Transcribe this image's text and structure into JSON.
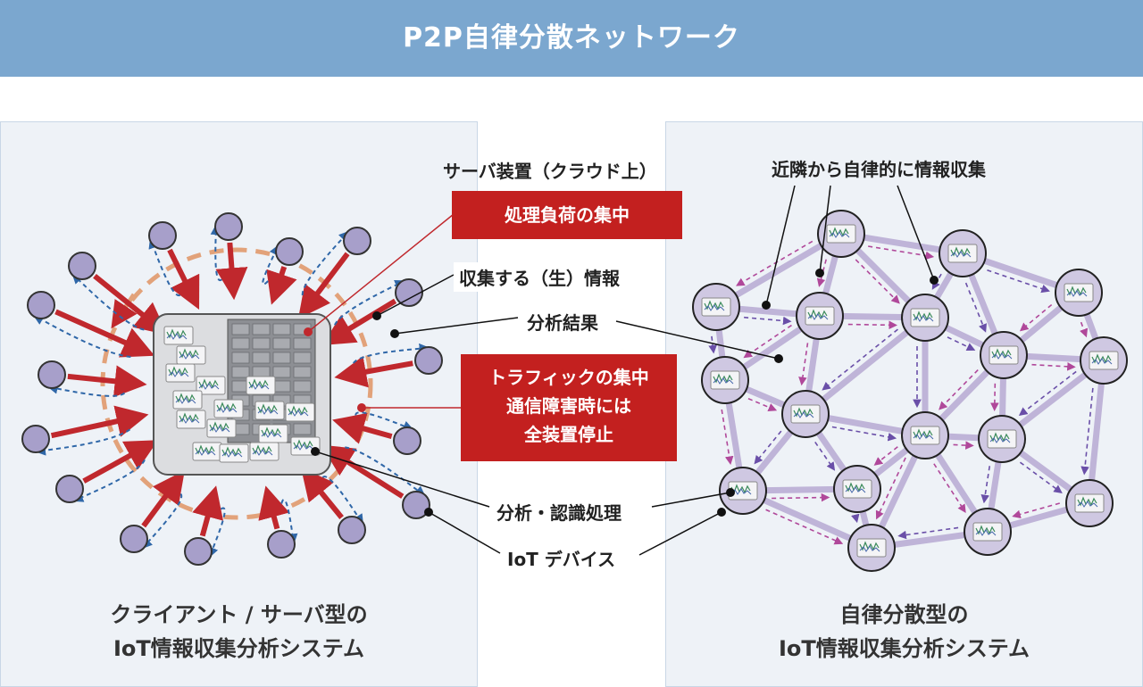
{
  "header": {
    "title": "P2P自律分散ネットワーク"
  },
  "left_panel": {
    "server_label": "サーバ装置（クラウド上）",
    "load_box": "処理負荷の集中",
    "collect_label": "収集する（生）情報",
    "result_label": "分析結果",
    "traffic_box": [
      "トラフィックの集中",
      "通信障害時には",
      "全装置停止"
    ],
    "analysis_label": "分析・認識処理",
    "device_label": "IoT デバイス",
    "caption": [
      "クライアント / サーバ型の",
      "IoT情報収集分析システム"
    ]
  },
  "right_panel": {
    "neighbor_label": "近隣から自律的に情報収集",
    "caption": [
      "自律分散型の",
      "IoT情報収集分析システム"
    ]
  },
  "colors": {
    "banner": "#7ba7cf",
    "panel_bg": "#eef2f7",
    "red_arrow": "#c0282d",
    "blue_dash": "#2f67a8",
    "device": "#a79fca",
    "node_edge": "#bfb4d8",
    "magenta_arrow": "#b0489a",
    "orange_ring": "#e2a27a"
  },
  "icons": {
    "server": "server-rack-icon",
    "device": "iot-device-icon",
    "node": "analysis-node-icon"
  }
}
